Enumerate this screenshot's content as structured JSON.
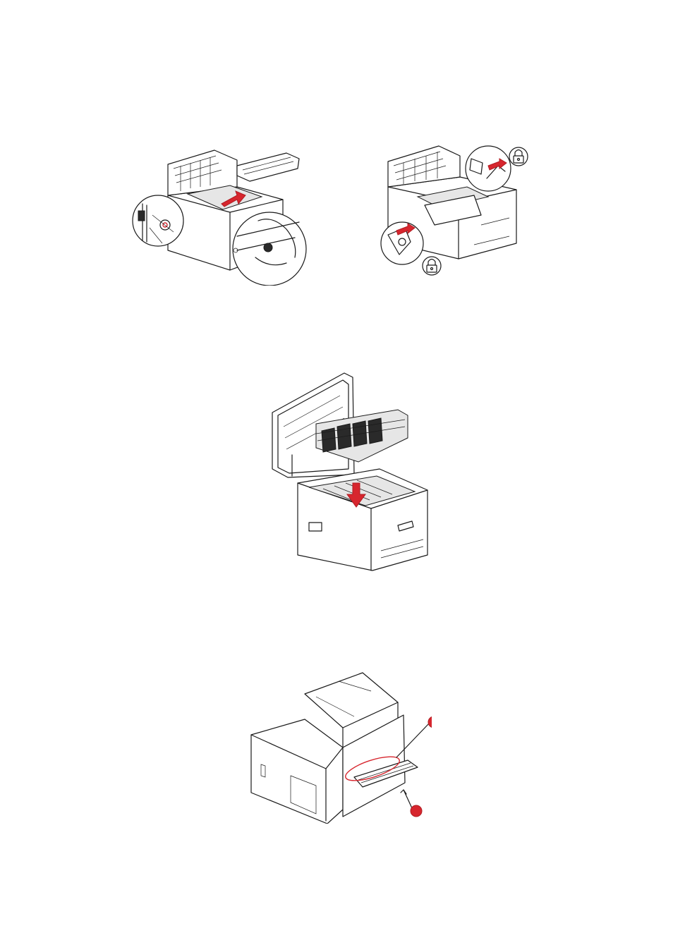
{
  "figures": [
    {
      "id": "belt-removal",
      "callout_left": "",
      "callout_right": ""
    },
    {
      "id": "belt-install-lock",
      "lock_icons": [
        "lock-icon",
        "lock-icon"
      ]
    },
    {
      "id": "image-drum-install"
    },
    {
      "id": "rear-exit-tray",
      "markers": [
        "",
        ""
      ]
    }
  ],
  "colors": {
    "accent_red": "#d7262e",
    "line": "#1a1a1a"
  }
}
